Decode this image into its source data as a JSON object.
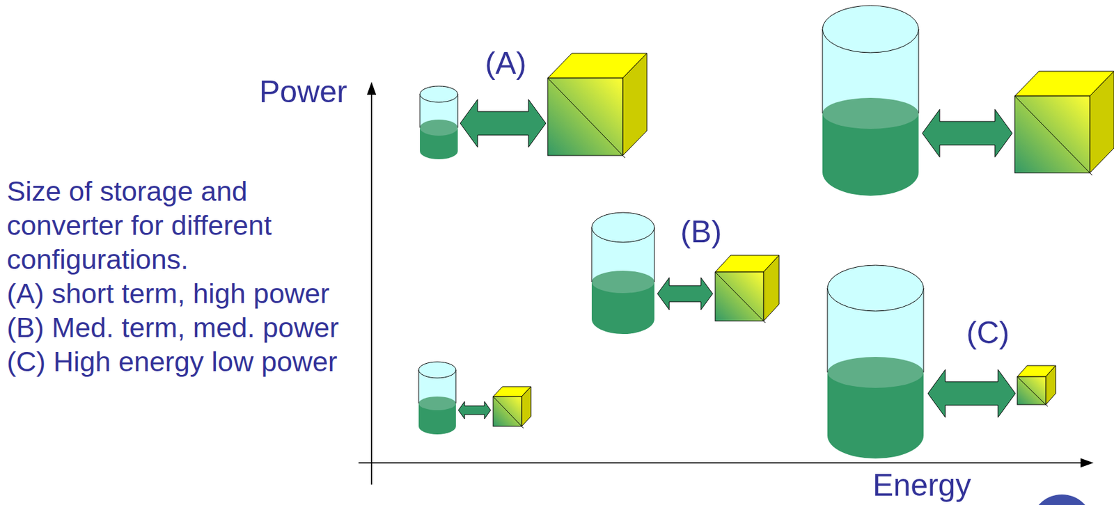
{
  "diagram": {
    "labels": [
      "Power",
      "Energy",
      "(A)",
      "(B)",
      "(C)",
      "Size of storage and converter for different configurations.",
      "(A) short term, high power",
      "(B) Med. term, med. power",
      "(C) High energy low power"
    ]
  }
}
